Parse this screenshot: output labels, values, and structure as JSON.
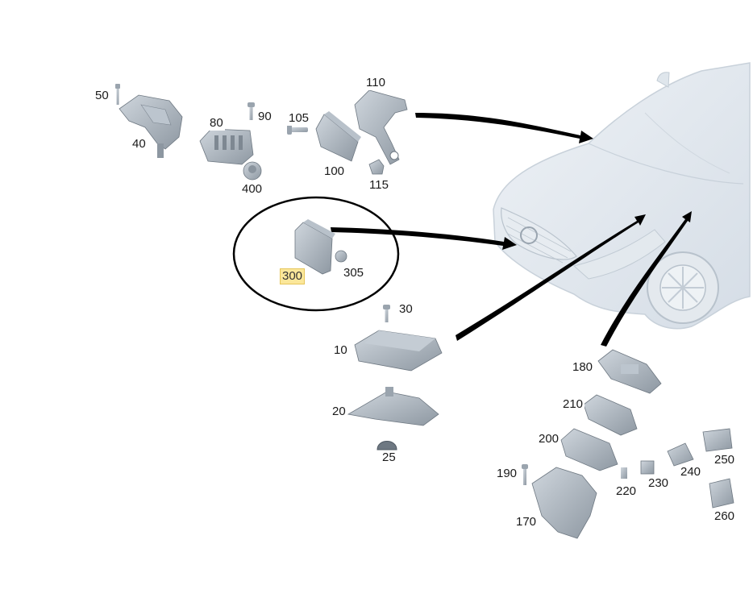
{
  "diagram": {
    "vehicle": "car-front-silhouette",
    "highlighted_part": "300",
    "parts": [
      {
        "id": "p50",
        "label": "50"
      },
      {
        "id": "p40",
        "label": "40"
      },
      {
        "id": "p80",
        "label": "80"
      },
      {
        "id": "p90",
        "label": "90"
      },
      {
        "id": "p400",
        "label": "400"
      },
      {
        "id": "p105",
        "label": "105"
      },
      {
        "id": "p100",
        "label": "100"
      },
      {
        "id": "p110",
        "label": "110"
      },
      {
        "id": "p115",
        "label": "115"
      },
      {
        "id": "p300",
        "label": "300"
      },
      {
        "id": "p305",
        "label": "305"
      },
      {
        "id": "p30",
        "label": "30"
      },
      {
        "id": "p10",
        "label": "10"
      },
      {
        "id": "p20",
        "label": "20"
      },
      {
        "id": "p25",
        "label": "25"
      },
      {
        "id": "p180",
        "label": "180"
      },
      {
        "id": "p210",
        "label": "210"
      },
      {
        "id": "p200",
        "label": "200"
      },
      {
        "id": "p190",
        "label": "190"
      },
      {
        "id": "p170",
        "label": "170"
      },
      {
        "id": "p220",
        "label": "220"
      },
      {
        "id": "p230",
        "label": "230"
      },
      {
        "id": "p240",
        "label": "240"
      },
      {
        "id": "p250",
        "label": "250"
      },
      {
        "id": "p260",
        "label": "260"
      }
    ]
  }
}
